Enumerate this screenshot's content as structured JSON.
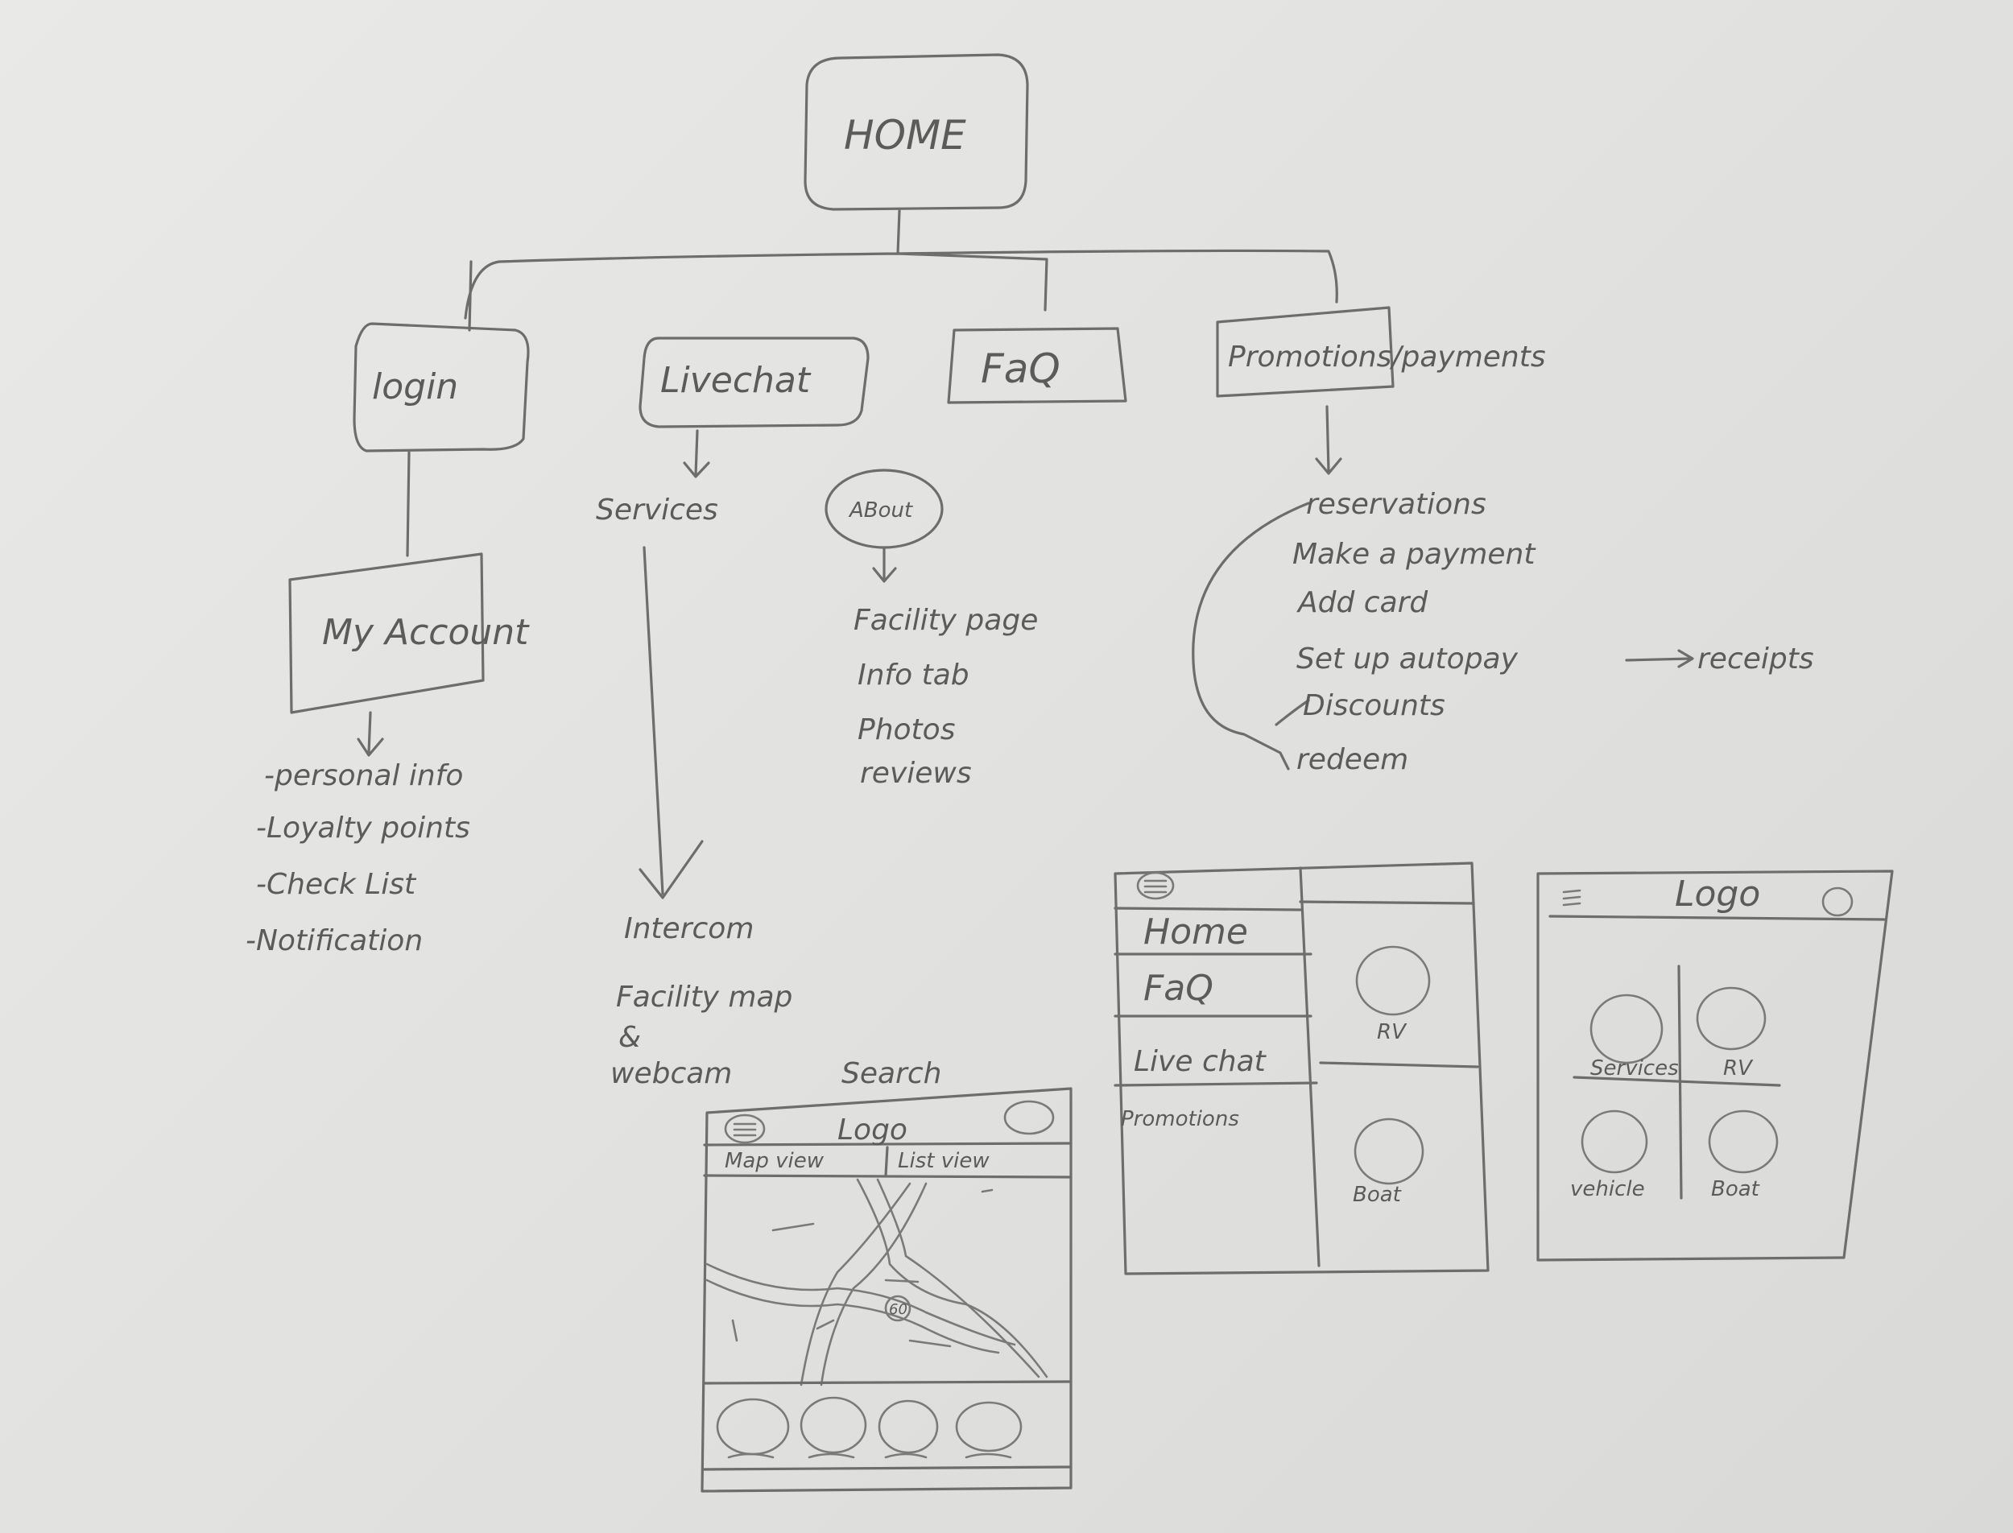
{
  "sitemap": {
    "root": "HOME",
    "branches": [
      {
        "label": "login"
      },
      {
        "label": "Livechat"
      },
      {
        "label": "FaQ"
      },
      {
        "label": "Promotions/payments"
      }
    ],
    "my_account": "My Account",
    "account_items": [
      "-personal info",
      "-Loyalty points",
      "-Check List",
      "-Notification"
    ],
    "services": "Services",
    "services_items": [
      "Intercom",
      "Facility map",
      "&",
      "webcam"
    ],
    "about": "ABout",
    "about_items": [
      "Facility page",
      "Info tab",
      "Photos",
      "reviews"
    ],
    "payment_items": [
      "reservations",
      "Make a payment",
      "Add card",
      "Set up autopay",
      "receipts",
      "Discounts",
      "redeem"
    ]
  },
  "wireframes": {
    "search": {
      "caption": "Search",
      "header_logo": "Logo",
      "tabs": [
        "Map view",
        "List view"
      ],
      "map_pin": "60"
    },
    "menu": {
      "items": [
        "Home",
        "FaQ",
        "Live chat",
        "Promotions"
      ],
      "tiles": [
        "RV",
        "Boat"
      ]
    },
    "home": {
      "header_logo": "Logo",
      "tiles": [
        "Services",
        "RV",
        "vehicle",
        "Boat"
      ]
    }
  }
}
